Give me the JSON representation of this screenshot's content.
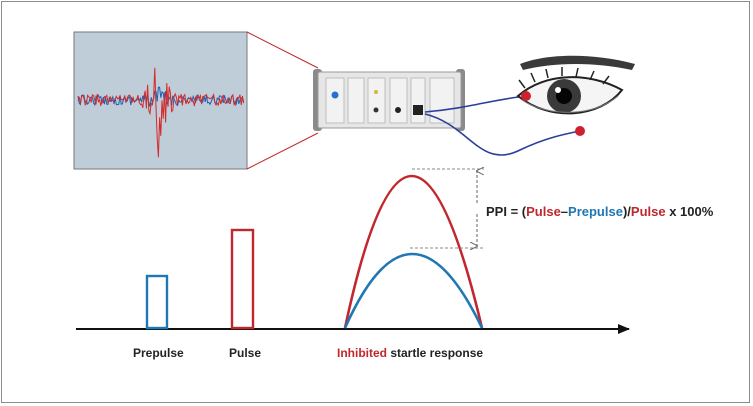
{
  "colors": {
    "pulse": "#c1272d",
    "prepulse": "#1f77b4",
    "axis": "#111111",
    "scope_bg": "#bfcdd9"
  },
  "labels": {
    "prepulse": "Prepulse",
    "pulse": "Pulse",
    "inhibited": "Inhibited",
    "startle_response": " startle response"
  },
  "formula": {
    "prefix": "PPI = (",
    "pulse": "Pulse",
    "dash": "–",
    "prepulse": "Prepulse",
    "mid": ")/",
    "pulse2": "Pulse",
    "suffix": " x 100%"
  },
  "icons": {
    "recording": "emg-waveform",
    "device": "startle-amplifier-device",
    "eye": "eye-icon"
  }
}
